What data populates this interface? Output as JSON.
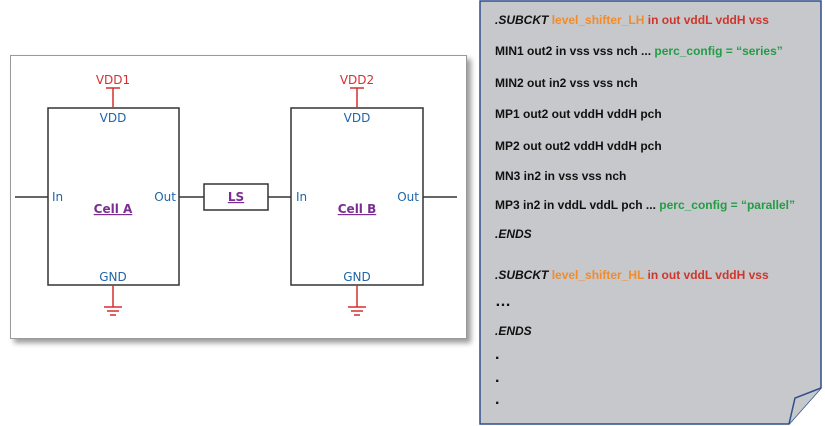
{
  "colors": {
    "power": "#d62f2f",
    "pin": "#1f65a8",
    "cell_name": "#7a2e92",
    "wire": "#333333",
    "ground": "#d62f2f",
    "netlist_bg": "#c6c8cb",
    "subckt_name": "#f28b2c",
    "subckt_ports": "#d0352b",
    "perc_config": "#239d45"
  },
  "schematic": {
    "cell_a": {
      "name": "Cell A",
      "power": "VDD1",
      "vdd_pin": "VDD",
      "gnd_pin": "GND",
      "in_pin": "In",
      "out_pin": "Out"
    },
    "cell_b": {
      "name": "Cell B",
      "power": "VDD2",
      "vdd_pin": "VDD",
      "gnd_pin": "GND",
      "in_pin": "In",
      "out_pin": "Out"
    },
    "level_shifter": "LS"
  },
  "netlist": {
    "sub1_kw": ".SUBCKT",
    "sub1_name": "level_shifter_LH",
    "sub1_ports": "in out vddL vddH vss",
    "l1": "MIN1 out2 in vss vss nch ...",
    "l1_perc": "perc_config = “series”",
    "l2": "MIN2 out in2 vss vss nch",
    "l3": "MP1 out2 out vddH vddH pch",
    "l4": "MP2 out out2 vddH vddH pch",
    "l5": "MN3 in2 in vss vss nch",
    "l6": "MP3 in2 in vddL vddL pch ...",
    "l6_perc": "perc_config = “parallel”",
    "ends1": ".ENDS",
    "sub2_kw": ".SUBCKT",
    "sub2_name": "level_shifter_HL",
    "sub2_ports": "in out vddL vddH vss",
    "ellipsis": "…",
    "ends2": ".ENDS",
    "dot1": ".",
    "dot2": ".",
    "dot3": "."
  }
}
